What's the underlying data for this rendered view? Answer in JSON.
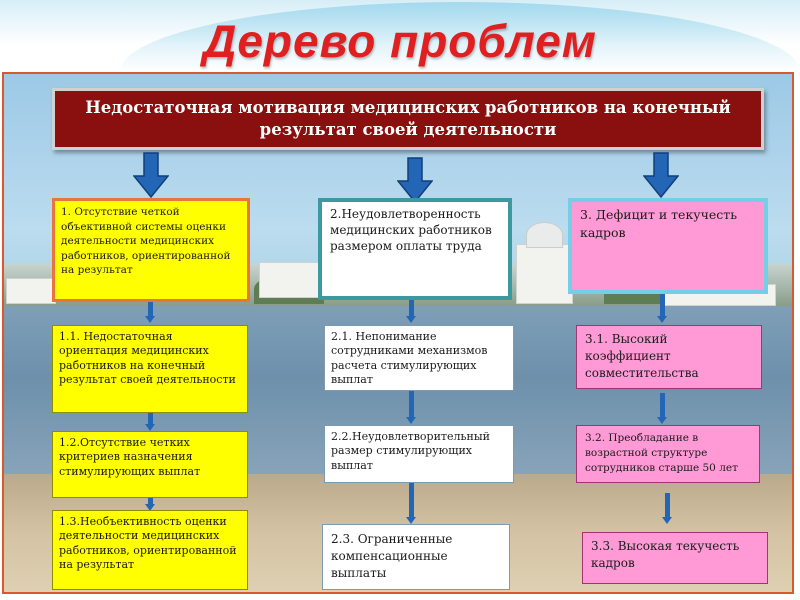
{
  "title": "Дерево проблем",
  "banner": "Недостаточная мотивация медицинских работников на конечный результат своей деятельности",
  "columns": [
    {
      "main": "1. Отсутствие четкой объективной системы оценки деятельности медицинских работников, ориентированной на результат",
      "items": [
        "1.1. Недостаточная ориентация медицинских работников на конечный результат своей деятельности",
        "1.2.Отсутствие четких критериев назначения стимулирующих выплат",
        "1.3.Необъективность оценки деятельности медицинских работников, ориентированной на результат"
      ]
    },
    {
      "main": "2.Неудовлетворенность медицинских работников размером оплаты труда",
      "items": [
        "2.1. Непонимание сотрудниками механизмов расчета стимулирующих выплат",
        "2.2.Неудовлетворительный размер стимулирующих выплат",
        "2.3. Ограниченные компенсационные выплаты"
      ]
    },
    {
      "main": "3. Дефицит и текучесть кадров",
      "items": [
        "3.1. Высокий коэффициент совместительства",
        "3.2. Преобладание в возрастной структуре сотрудников старше 50 лет",
        "3.3. Высокая текучесть кадров"
      ]
    }
  ],
  "colors": {
    "title": "#e02020",
    "banner": "#8a0f0f",
    "column1": "#ffff00",
    "column2": "#ffffff",
    "column3": "#ff9ad6",
    "arrow": "#2266b5"
  }
}
